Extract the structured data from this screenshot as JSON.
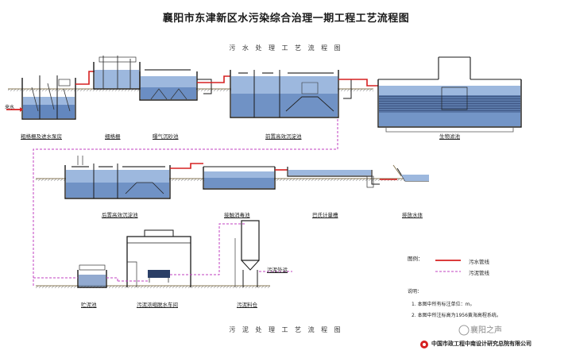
{
  "title": "襄阳市东津新区水污染综合治理一期工程工艺流程图",
  "sewage_flow_title": "污 水 处 理 工 艺 流 程 图",
  "sludge_flow_title": "污 泥 处 理 工 艺 流 程 图",
  "inflow_label": "来水",
  "units_row1": [
    "粗格栅及进水泵房",
    "细格栅",
    "曝气沉砂池",
    "前置高效沉淀池",
    "生物滤池"
  ],
  "units_row2": [
    "后置高效沉淀池",
    "接触消毒池",
    "巴氏计量槽",
    "排放水体"
  ],
  "units_row3": [
    "贮泥池",
    "污泥浓缩脱水车间",
    "污泥料仓"
  ],
  "sludge_outlet": "污泥外运",
  "legend": {
    "title": "图例：",
    "items": [
      {
        "label": "污水管线",
        "color": "#d62020",
        "style": "solid"
      },
      {
        "label": "污泥管线",
        "color": "#c040c0",
        "style": "dashed"
      }
    ]
  },
  "notes": {
    "title": "说明：",
    "lines": [
      "1. 本图中所有标注单位：m。",
      "2. 本图中所注标高为1956黄海高程系统。"
    ]
  },
  "company": "中国市政工程中南设计研究总院有限公司",
  "watermark": "襄阳之声",
  "colors": {
    "water": "#4a72b0",
    "water_light": "#9db8de",
    "sewage_line": "#d62020",
    "sludge_line": "#c040c0",
    "structure": "#1a1a1a"
  }
}
